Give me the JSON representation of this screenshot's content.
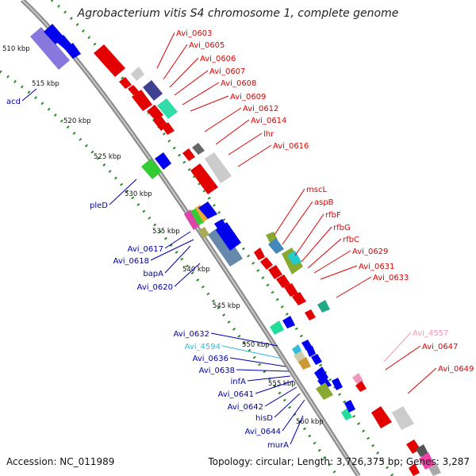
{
  "title": "Agrobacterium vitis S4 chromosome 1, complete genome",
  "footer": {
    "accession": "Accession: NC_011989",
    "topology": "Topology: circular; Length: 3,726,375 bp; Genes: 3,287"
  },
  "ticks": [
    "510 kbp",
    "515 kbp",
    "520 kbp",
    "525 kbp",
    "530 kbp",
    "535 kbp",
    "540 kbp",
    "545 kbp",
    "550 kbp",
    "555 kbp",
    "560 kbp"
  ],
  "labels_right": [
    {
      "text": "Avi_0603",
      "color": "#dd0000"
    },
    {
      "text": "Avi_0605",
      "color": "#dd0000"
    },
    {
      "text": "Avi_0606",
      "color": "#dd0000"
    },
    {
      "text": "Avi_0607",
      "color": "#dd0000"
    },
    {
      "text": "Avi_0608",
      "color": "#dd0000"
    },
    {
      "text": "Avi_0609",
      "color": "#dd0000"
    },
    {
      "text": "Avi_0612",
      "color": "#dd0000"
    },
    {
      "text": "Avi_0614",
      "color": "#dd0000"
    },
    {
      "text": "lhr",
      "color": "#dd0000"
    },
    {
      "text": "Avi_0616",
      "color": "#dd0000"
    },
    {
      "text": "mscL",
      "color": "#dd0000"
    },
    {
      "text": "aspB",
      "color": "#dd0000"
    },
    {
      "text": "rfbF",
      "color": "#dd0000"
    },
    {
      "text": "rfbG",
      "color": "#dd0000"
    },
    {
      "text": "rfbC",
      "color": "#dd0000"
    },
    {
      "text": "Avi_0629",
      "color": "#dd0000"
    },
    {
      "text": "Avi_0631",
      "color": "#dd0000"
    },
    {
      "text": "Avi_0633",
      "color": "#dd0000"
    },
    {
      "text": "Avi_4557",
      "color": "#ee99bb"
    },
    {
      "text": "Avi_0647",
      "color": "#dd0000"
    },
    {
      "text": "Avi_0649",
      "color": "#dd0000"
    }
  ],
  "labels_left": [
    {
      "text": "acd",
      "color": "#0000aa"
    },
    {
      "text": "pleD",
      "color": "#0000aa"
    },
    {
      "text": "Avi_0617",
      "color": "#0000aa"
    },
    {
      "text": "Avi_0618",
      "color": "#0000aa"
    },
    {
      "text": "bapA",
      "color": "#0000aa"
    },
    {
      "text": "Avi_0620",
      "color": "#0000aa"
    },
    {
      "text": "Avi_0632",
      "color": "#0000aa"
    },
    {
      "text": "Avi_4594",
      "color": "#33bbdd"
    },
    {
      "text": "Avi_0636",
      "color": "#0000aa"
    },
    {
      "text": "Avi_0638",
      "color": "#0000aa"
    },
    {
      "text": "infA",
      "color": "#0000aa"
    },
    {
      "text": "Avi_0641",
      "color": "#0000aa"
    },
    {
      "text": "Avi_0642",
      "color": "#0000aa"
    },
    {
      "text": "hisD",
      "color": "#0000aa"
    },
    {
      "text": "Avi_0644",
      "color": "#0000aa"
    },
    {
      "text": "murA",
      "color": "#0000aa"
    }
  ]
}
